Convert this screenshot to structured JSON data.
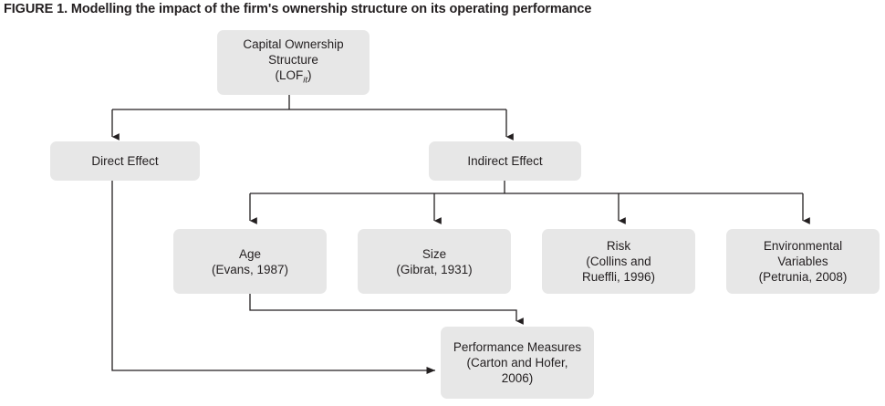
{
  "figure": {
    "title": "FIGURE 1. Modelling the impact of the firm's ownership structure on its operating performance",
    "background_color": "#ffffff",
    "box_fill_color": "#e7e7e7",
    "text_color": "#231f20",
    "connector_color": "#231f20"
  },
  "nodes": {
    "root": {
      "label_line1": "Capital Ownership",
      "label_line2": "Structure",
      "label_line3_prefix": "(LOF",
      "label_line3_sub": "it",
      "label_line3_suffix": ")",
      "full_text": "Capital Ownership Structure (LOFit)"
    },
    "direct_effect": {
      "label": "Direct Effect"
    },
    "indirect_effect": {
      "label": "Indirect Effect"
    },
    "age": {
      "label": "Age\n(Evans, 1987)"
    },
    "size": {
      "label": "Size\n(Gibrat, 1931)"
    },
    "risk": {
      "label": "Risk\n(Collins and\nRueffli, 1996)"
    },
    "environmental_variables": {
      "label": "Environmental\nVariables\n(Petrunia, 2008)"
    },
    "performance_measures": {
      "label": "Performance Measures\n(Carton and Hofer,\n2006)"
    }
  },
  "edges": [
    {
      "from": "root",
      "to": "direct_effect",
      "style": "elbow-arrow"
    },
    {
      "from": "root",
      "to": "indirect_effect",
      "style": "elbow-arrow"
    },
    {
      "from": "indirect_effect",
      "to": "age",
      "style": "elbow-arrow"
    },
    {
      "from": "indirect_effect",
      "to": "size",
      "style": "elbow-arrow"
    },
    {
      "from": "indirect_effect",
      "to": "risk",
      "style": "elbow-arrow"
    },
    {
      "from": "indirect_effect",
      "to": "environmental_variables",
      "style": "elbow-arrow"
    },
    {
      "from": "age",
      "to": "performance_measures",
      "style": "elbow-arrow"
    },
    {
      "from": "direct_effect",
      "to": "performance_measures",
      "style": "elbow-arrow"
    }
  ]
}
